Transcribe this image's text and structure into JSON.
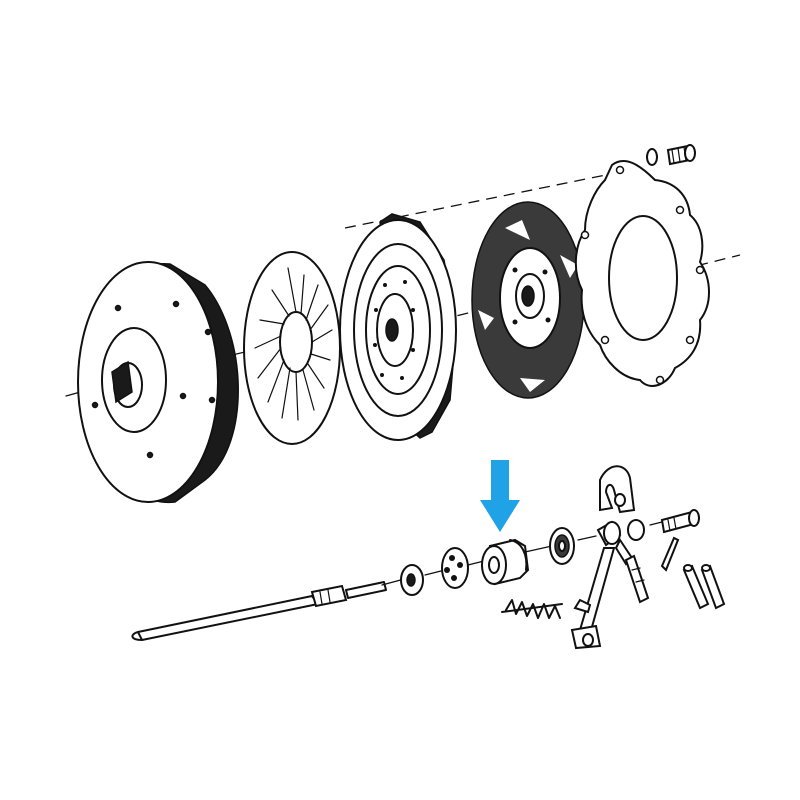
{
  "diagram": {
    "kind": "exploded-view",
    "colors": {
      "line": "#111111",
      "background": "#ffffff",
      "highlight_arrow": "#1fa2e6"
    },
    "parts": [
      "flywheel",
      "clutch-fingers-disc",
      "pressure-plate",
      "clutch-friction-disc",
      "cover-plate",
      "bolt-and-washer",
      "input-shaft",
      "washer",
      "bearing-cage",
      "release-bearing",
      "spring",
      "ball-bearing",
      "release-fork",
      "bracket",
      "fork-bolt",
      "studs",
      "pins"
    ],
    "highlighted_part": "release-bearing"
  }
}
